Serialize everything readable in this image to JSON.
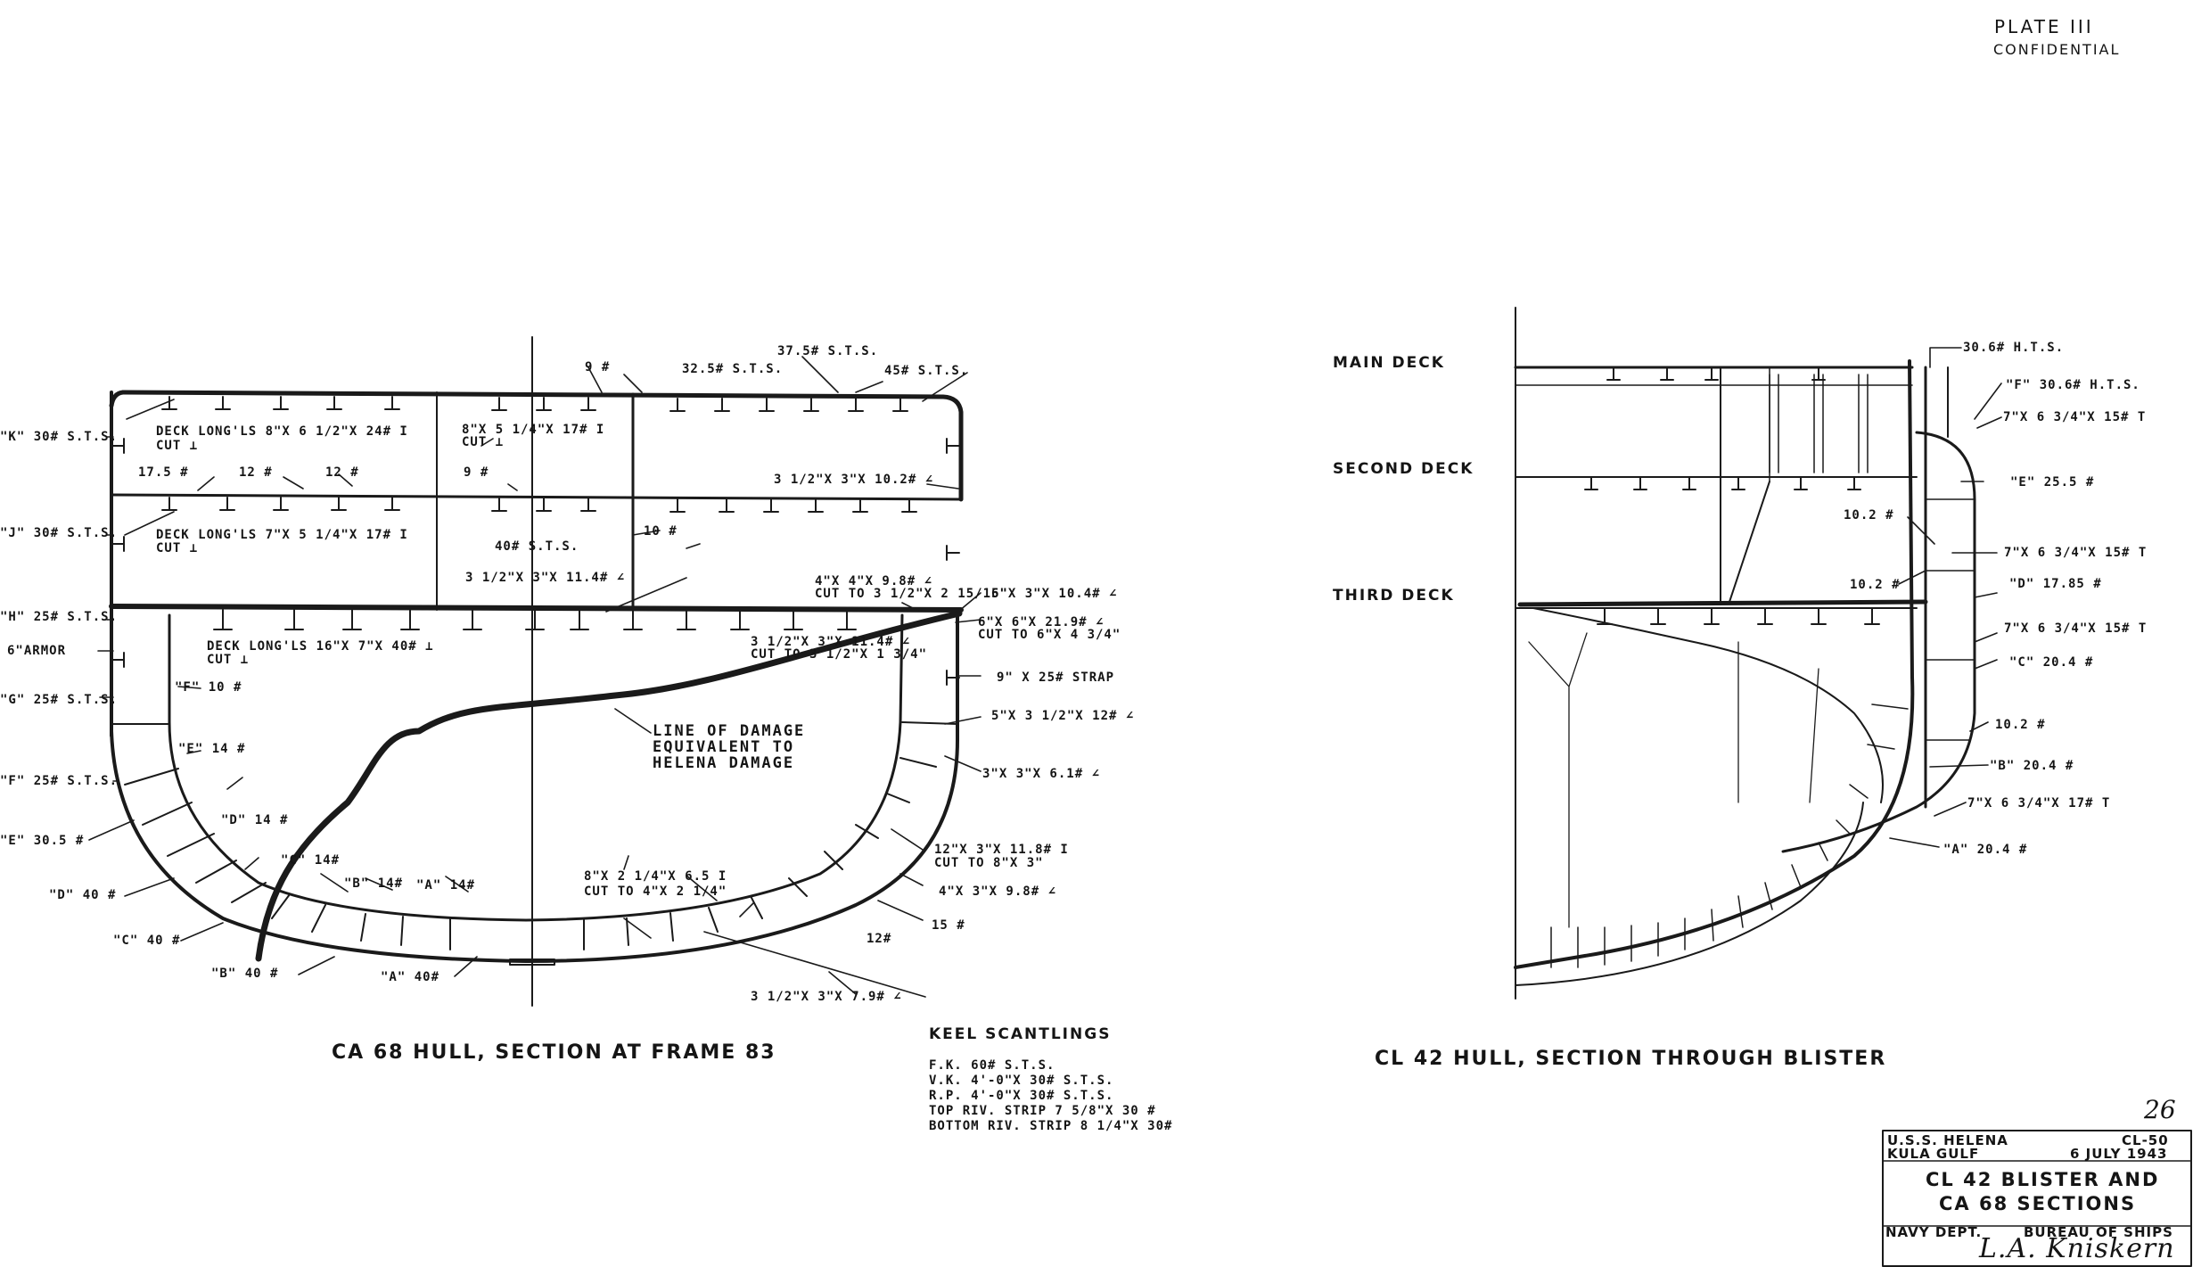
{
  "header": {
    "plate": "PLATE III",
    "classification": "CONFIDENTIAL"
  },
  "left_section": {
    "caption": "CA 68 HULL, SECTION AT FRAME 83",
    "damage_label": [
      "LINE OF DAMAGE",
      "EQUIVALENT TO",
      "HELENA DAMAGE"
    ],
    "side_labels": [
      "\"K\" 30# S.T.S.",
      "\"J\" 30# S.T.S.",
      "\"H\" 25# S.T.S.",
      "6\"ARMOR",
      "\"G\" 25# S.T.S.",
      "\"F\" 25# S.T.S.",
      "\"E\" 30.5 #",
      "\"D\" 40 #",
      "\"C\" 40 #",
      "\"B\" 40 #",
      "\"A\" 40#"
    ],
    "deck_labels": [
      "DECK LONG'LS 8\"X 6 1/2\"X 24# I",
      "CUT ⊥",
      "DECK LONG'LS 7\"X 5 1/4\"X 17# I",
      "CUT ⊥",
      "DECK LONG'LS 16\"X 7\"X 40# ⊥",
      "CUT ⊥"
    ],
    "inner_labels": [
      "17.5 #",
      "12 #",
      "12 #",
      "9 #",
      "8\"X 5 1/4\"X 17# I",
      "CUT ⊥",
      "9 #",
      "32.5# S.T.S.",
      "37.5# S.T.S.",
      "45# S.T.S.",
      "3 1/2\"X 3\"X 10.2# ∠",
      "10 #",
      "40# S.T.S.",
      "3 1/2\"X 3\"X 11.4# ∠",
      "4\"X 4\"X 9.8# ∠",
      "CUT TO 3 1/2\"X 2 15/16\"",
      "5\"X 3\"X 10.4# ∠",
      "6\"X 6\"X 21.9# ∠",
      "CUT TO 6\"X 4 3/4\"",
      "3 1/2\"X 3\"X 11.4# ∠",
      "CUT TO 3 1/2\"X 1 3/4\"",
      "9\" X 25# STRAP",
      "5\"X 3 1/2\"X 12# ∠",
      "\"F\" 10 #",
      "\"E\" 14 #",
      "3\"X 3\"X 6.1# ∠",
      "\"D\" 14 #",
      "\"C\" 14#",
      "\"B\" 14#",
      "\"A\" 14#",
      "8\"X 2 1/4\"X 6.5 I",
      "CUT TO 4\"X 2 1/4\"",
      "12\"X 3\"X 11.8# I",
      "CUT TO 8\"X 3\"",
      "4\"X 3\"X 9.8# ∠",
      "15 #",
      "12#",
      "3 1/2\"X 3\"X 7.9# ∠"
    ]
  },
  "keel": {
    "title": "KEEL SCANTLINGS",
    "lines": [
      "F.K. 60# S.T.S.",
      "V.K. 4'-0\"X 30# S.T.S.",
      "R.P. 4'-0\"X 30# S.T.S.",
      "TOP RIV. STRIP 7 5/8\"X 30 #",
      "BOTTOM RIV. STRIP 8 1/4\"X 30#"
    ]
  },
  "right_section": {
    "caption": "CL 42 HULL, SECTION THROUGH BLISTER",
    "decks": [
      "MAIN DECK",
      "SECOND DECK",
      "THIRD DECK"
    ],
    "labels": [
      "30.6# H.T.S.",
      "\"F\" 30.6# H.T.S.",
      "7\"X 6 3/4\"X 15# T",
      "\"E\" 25.5 #",
      "10.2 #",
      "7\"X 6 3/4\"X 15# T",
      "10.2 #",
      "\"D\" 17.85 #",
      "7\"X 6 3/4\"X 15# T",
      "\"C\" 20.4 #",
      "10.2 #",
      "\"B\" 20.4 #",
      "7\"X 6 3/4\"X 17# T",
      "\"A\" 20.4 #"
    ]
  },
  "title_block": {
    "page_number": "26",
    "ship": "U.S.S. HELENA",
    "hull": "CL-50",
    "place": "KULA GULF",
    "date": "6 JULY 1943",
    "title_1": "CL 42 BLISTER AND",
    "title_2": "CA 68 SECTIONS",
    "dept": "NAVY DEPT.",
    "bureau": "BUREAU OF SHIPS",
    "signature": "L.A. Kniskern"
  }
}
